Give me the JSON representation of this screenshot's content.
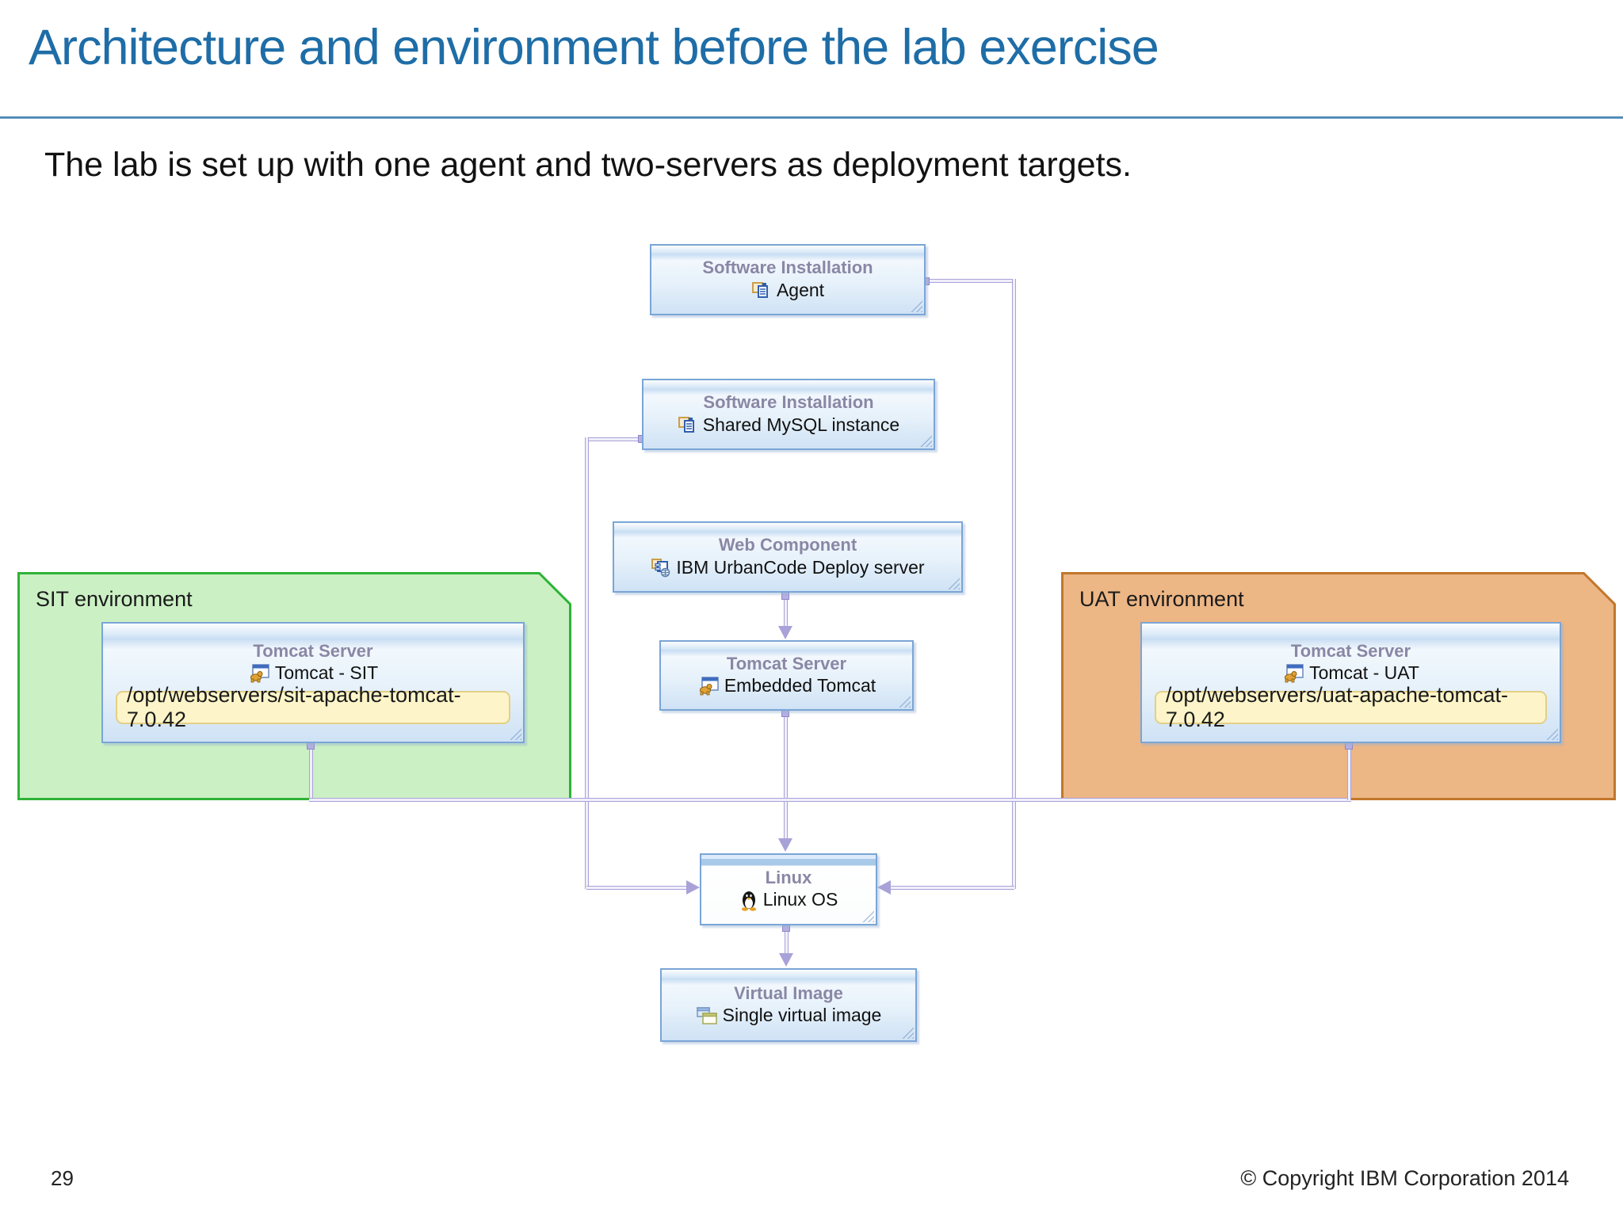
{
  "slide": {
    "title": "Architecture and environment before the lab exercise",
    "subtitle": "The lab is set up with one agent and two-servers as deployment targets.",
    "page_number": "29",
    "copyright": "© Copyright IBM Corporation 2014"
  },
  "environments": {
    "sit": {
      "label": "SIT environment"
    },
    "uat": {
      "label": "UAT environment"
    }
  },
  "nodes": {
    "agent": {
      "stereotype": "Software Installation",
      "label": "Agent",
      "icon": "software-installation-icon"
    },
    "mysql": {
      "stereotype": "Software Installation",
      "label": "Shared MySQL instance",
      "icon": "software-installation-icon"
    },
    "web": {
      "stereotype": "Web Component",
      "label": "IBM UrbanCode Deploy server",
      "icon": "web-component-icon"
    },
    "tomcat_embedded": {
      "stereotype": "Tomcat Server",
      "label": "Embedded Tomcat",
      "icon": "tomcat-icon"
    },
    "linux": {
      "stereotype": "Linux",
      "label": "Linux OS",
      "icon": "linux-penguin-icon"
    },
    "virtual_image": {
      "stereotype": "Virtual Image",
      "label": "Single virtual image",
      "icon": "virtual-image-icon"
    },
    "tomcat_sit": {
      "stereotype": "Tomcat Server",
      "label": "Tomcat - SIT",
      "icon": "tomcat-icon",
      "path": "/opt/webservers/sit-apache-tomcat-7.0.42"
    },
    "tomcat_uat": {
      "stereotype": "Tomcat Server",
      "label": "Tomcat - UAT",
      "icon": "tomcat-icon",
      "path": "/opt/webservers/uat-apache-tomcat-7.0.42"
    }
  },
  "colors": {
    "title_blue": "#1e6da7",
    "node_border_blue": "#7aa5d6",
    "node_stereotype_gray": "#8a87a5",
    "connector_lavender": "#a9a2d8",
    "sit_fill": "#cbf0c4",
    "sit_border": "#2fb237",
    "uat_fill": "#ecb685",
    "uat_border": "#c2762b",
    "path_field_fill": "#fdf5c9"
  }
}
